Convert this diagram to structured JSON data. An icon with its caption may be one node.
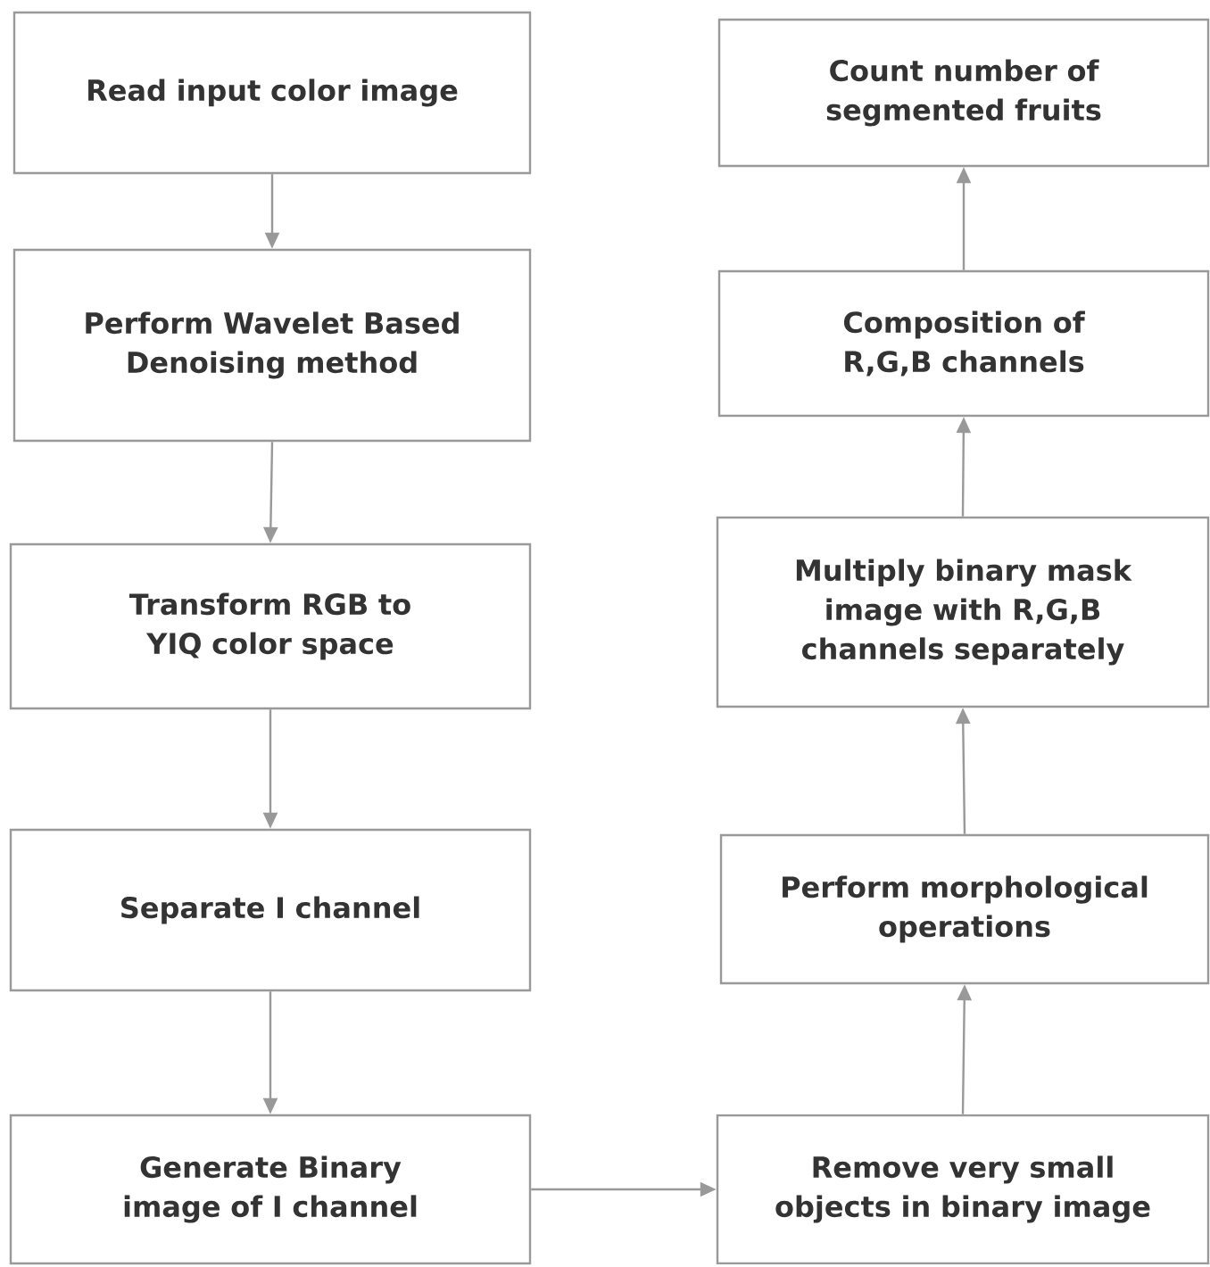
{
  "diagram": {
    "nodes": [
      {
        "text": [
          "Read input color image"
        ]
      },
      {
        "text": [
          "Perform Wavelet Based Denoising method"
        ]
      },
      {
        "text": [
          "Transform RGB to YIQ color space"
        ]
      },
      {
        "text": [
          "Separate I channel"
        ]
      },
      {
        "text": [
          "Generate Binary image of I channel"
        ]
      },
      {
        "text": [
          "Remove very small objects in binary image"
        ]
      },
      {
        "text": [
          "Perform morphological operations"
        ]
      },
      {
        "text": [
          "Multiply binary mask image with R,G,B channels separately"
        ]
      },
      {
        "text": [
          "Composition of R,G,B channels"
        ]
      },
      {
        "text": [
          "Count number of segmented fruits"
        ]
      }
    ],
    "edges": [
      {
        "from": 0,
        "to": 1,
        "arrow": "to"
      },
      {
        "from": 1,
        "to": 2,
        "arrow": "to"
      },
      {
        "from": 2,
        "to": 3,
        "arrow": "to"
      },
      {
        "from": 3,
        "to": 4,
        "arrow": "to"
      },
      {
        "from": 4,
        "to": 5,
        "arrow": "to"
      },
      {
        "from": 5,
        "to": 6,
        "arrow": "to"
      },
      {
        "from": 6,
        "to": 7,
        "arrow": "to"
      },
      {
        "from": 7,
        "to": 8,
        "arrow": "to"
      },
      {
        "from": 8,
        "to": 9,
        "arrow": "to"
      }
    ]
  }
}
